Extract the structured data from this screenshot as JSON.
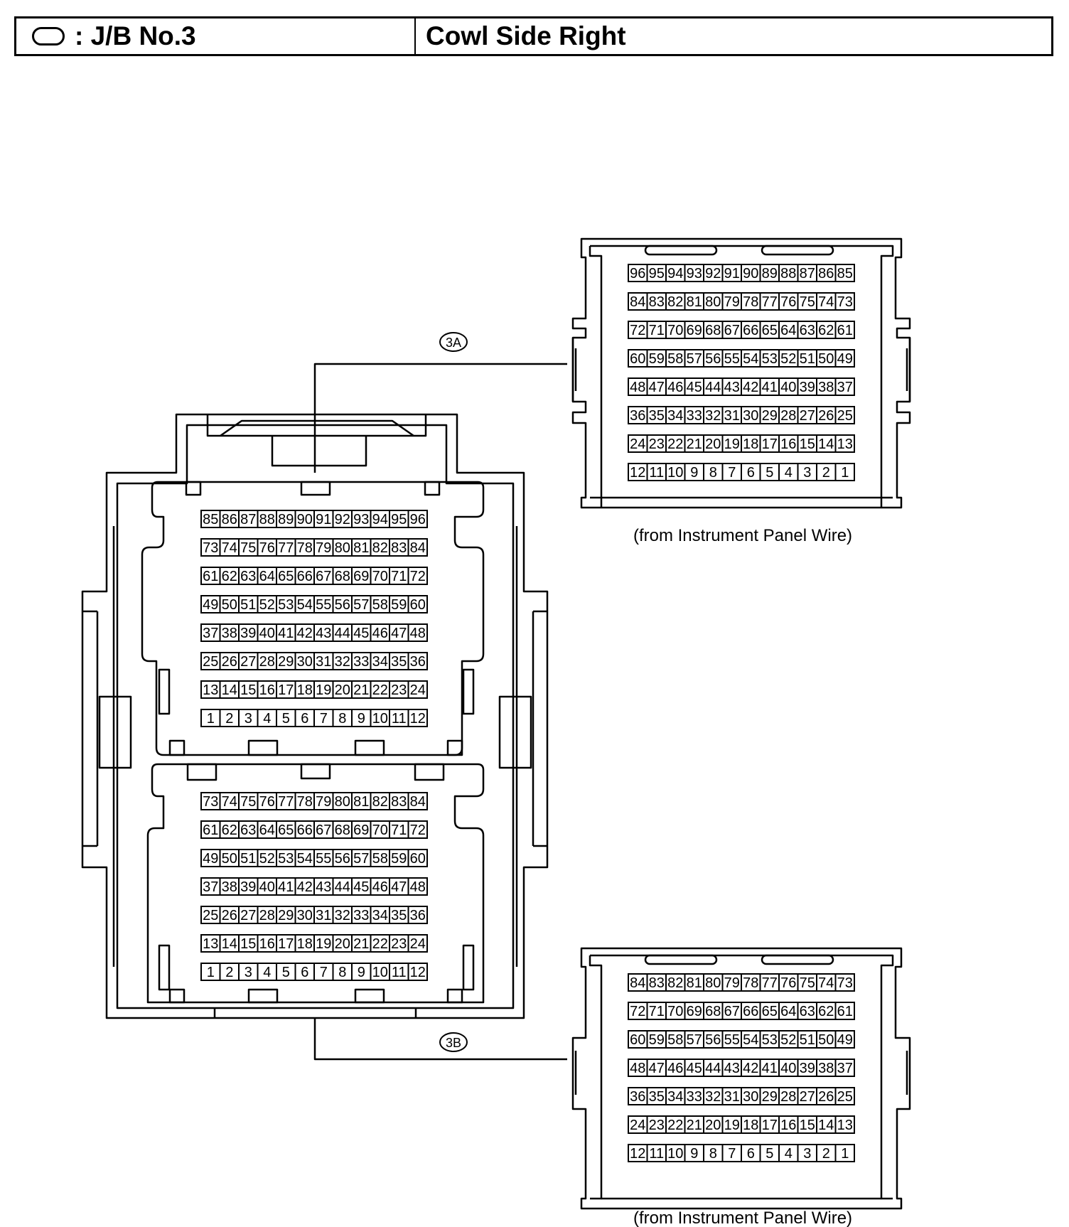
{
  "header": {
    "icon": "oval-connector-icon",
    "left_label": ": J/B No.3",
    "right_label": "Cowl Side Right"
  },
  "connectors": {
    "3A": {
      "tag": "3A",
      "rows": 8,
      "caption": "(from Instrument Panel Wire)"
    },
    "3B": {
      "tag": "3B",
      "rows": 7,
      "caption": "(from Instrument Panel Wire)"
    }
  },
  "colors": {
    "line": "#000000",
    "background": "#ffffff"
  }
}
